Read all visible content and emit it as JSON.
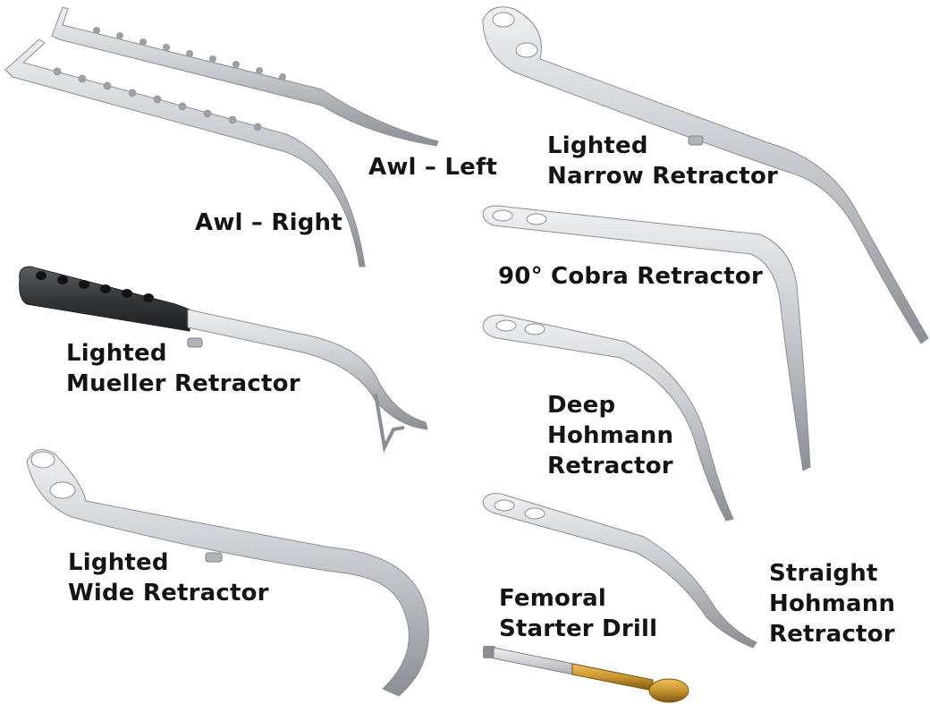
{
  "instruments": [
    {
      "id": "awl-left",
      "lines": [
        "Awl – Left"
      ]
    },
    {
      "id": "awl-right",
      "lines": [
        "Awl – Right"
      ]
    },
    {
      "id": "lighted-narrow-retractor",
      "lines": [
        "Lighted",
        "Narrow Retractor"
      ]
    },
    {
      "id": "cobra-retractor",
      "lines": [
        "90° Cobra Retractor"
      ]
    },
    {
      "id": "lighted-mueller-retractor",
      "lines": [
        "Lighted",
        "Mueller Retractor"
      ]
    },
    {
      "id": "deep-hohmann-retractor",
      "lines": [
        "Deep",
        "Hohmann",
        "Retractor"
      ]
    },
    {
      "id": "lighted-wide-retractor",
      "lines": [
        "Lighted",
        "Wide Retractor"
      ]
    },
    {
      "id": "femoral-starter-drill",
      "lines": [
        "Femoral",
        "Starter Drill"
      ]
    },
    {
      "id": "straight-hohmann-retractor",
      "lines": [
        "Straight",
        "Hohmann",
        "Retractor"
      ]
    }
  ],
  "colors": {
    "steel_light": "#e6e8ea",
    "steel_mid": "#b9bdc2",
    "steel_dark": "#7d8288",
    "handle": "#3a3d40",
    "gold": "#c8952e",
    "text": "#141414"
  }
}
